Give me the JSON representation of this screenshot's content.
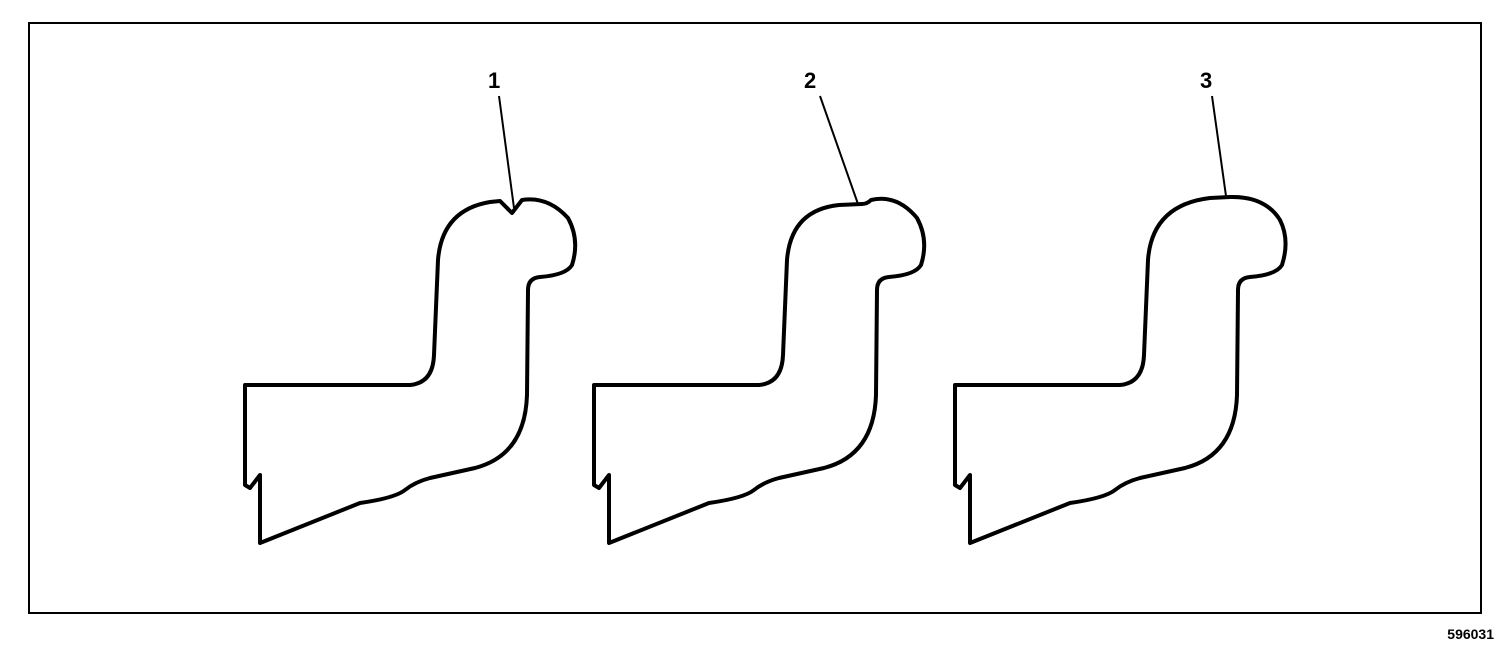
{
  "callouts": [
    {
      "label": "1",
      "variant": "notched"
    },
    {
      "label": "2",
      "variant": "stepped"
    },
    {
      "label": "3",
      "variant": "smooth"
    }
  ],
  "figure_id": "596031",
  "colors": {
    "stroke": "#000000",
    "background": "#ffffff"
  }
}
